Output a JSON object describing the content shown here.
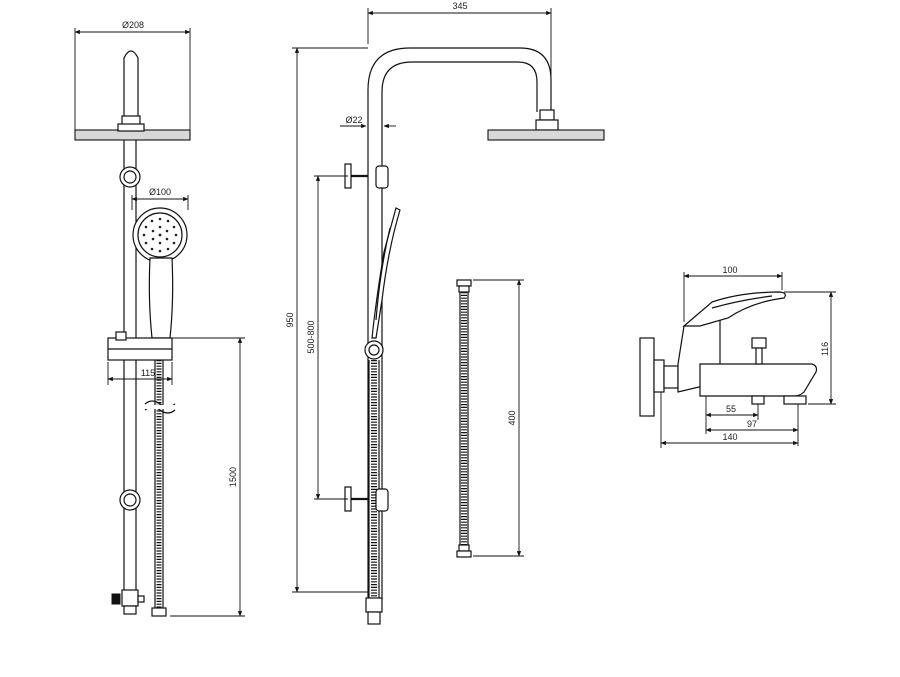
{
  "dimensions": {
    "head_diameter": "Ø208",
    "hand_diameter": "Ø100",
    "bracket_width": "115",
    "hose_length": "1500",
    "arm_reach": "345",
    "pipe_diameter": "Ø22",
    "total_height": "950",
    "adjust_range": "500-800",
    "flex_hose_length": "400",
    "mixer_width": "100",
    "mixer_height": "116",
    "spout_55": "55",
    "spout_97": "97",
    "total_depth": "140"
  },
  "colors": {
    "line": "#111111",
    "background": "#ffffff"
  }
}
